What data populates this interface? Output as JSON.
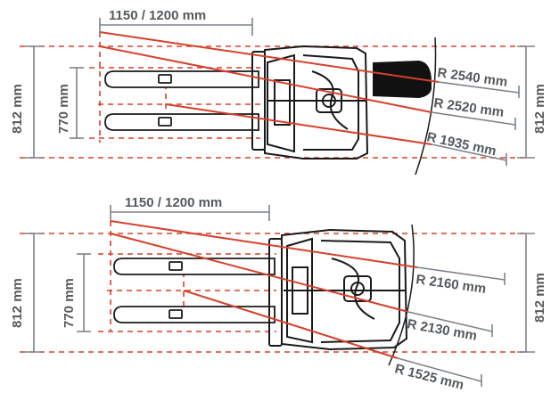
{
  "top_diagram": {
    "fork_length": "1150 / 1200 mm",
    "overall_width": "812 mm",
    "overall_width_right": "812 mm",
    "fork_spread": "770 mm",
    "radii": [
      "R 2540 mm",
      "R 2520 mm",
      "R 1935 mm"
    ]
  },
  "bottom_diagram": {
    "fork_length": "1150 / 1200 mm",
    "overall_width": "812 mm",
    "overall_width_right": "812 mm",
    "fork_spread": "770 mm",
    "radii": [
      "R 2160 mm",
      "R 2130 mm",
      "R 1525 mm"
    ]
  },
  "colors": {
    "turning_line": "#d6402b",
    "dimension_line": "#7d8389",
    "dimension_text": "#555a5e",
    "truck_outline": "#1a1a1a"
  }
}
